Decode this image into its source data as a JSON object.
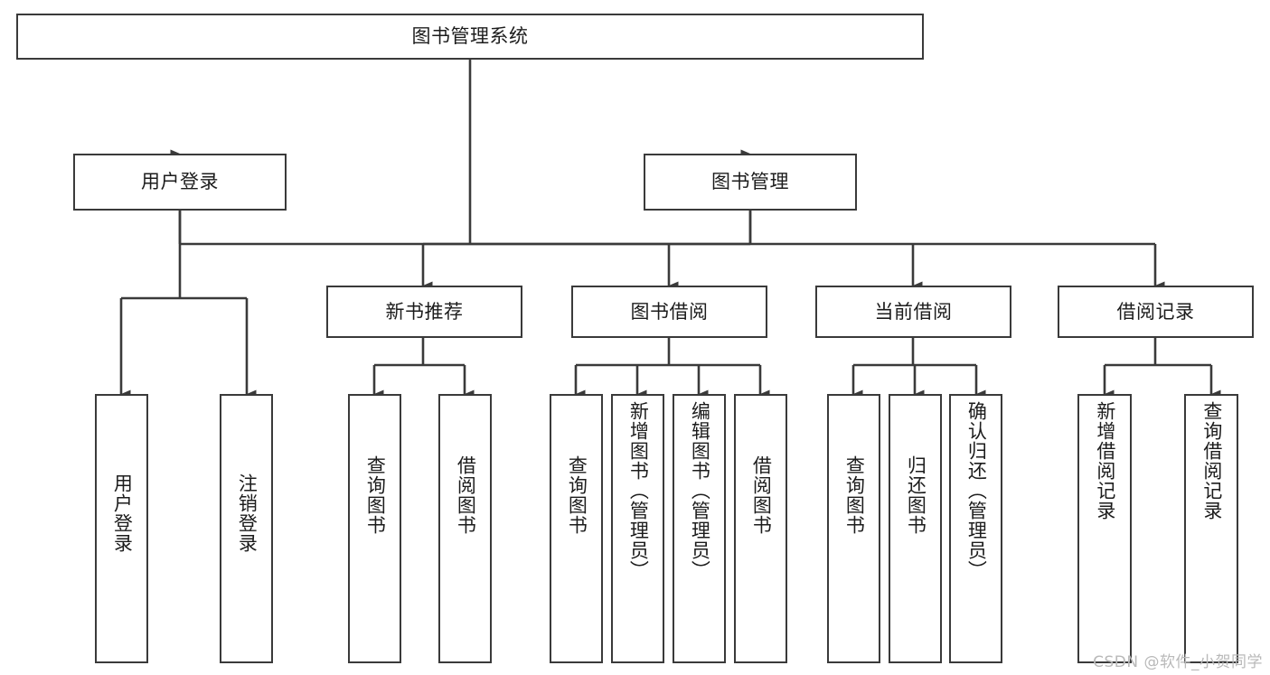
{
  "diagram": {
    "type": "tree",
    "title": "图书管理系统",
    "orientation": "top-down",
    "line_color": "#3a3a3a",
    "box_fill": "#ffffff",
    "text_color": "#1c1c1c"
  },
  "nodes": {
    "root": {
      "label": "图书管理系统",
      "level": 1
    },
    "level2": [
      {
        "id": "user-login",
        "label": "用户登录"
      },
      {
        "id": "book-manage",
        "label": "图书管理"
      }
    ],
    "level3": [
      {
        "id": "new-book-recommend",
        "label": "新书推荐"
      },
      {
        "id": "book-borrow",
        "label": "图书借阅"
      },
      {
        "id": "current-borrow",
        "label": "当前借阅"
      },
      {
        "id": "borrow-record",
        "label": "借阅记录"
      }
    ],
    "leaves": {
      "user_login": [
        {
          "id": "leaf-user-login",
          "label": "用户登录"
        },
        {
          "id": "leaf-logout-login",
          "label": "注销登录"
        }
      ],
      "new_book_recommend": [
        {
          "id": "leaf-query-book-1",
          "label": "查询图书"
        },
        {
          "id": "leaf-borrow-book-1",
          "label": "借阅图书"
        }
      ],
      "book_borrow": [
        {
          "id": "leaf-query-book-2",
          "label": "查询图书"
        },
        {
          "id": "leaf-add-book",
          "label": "新增图书（管理员）"
        },
        {
          "id": "leaf-edit-book",
          "label": "编辑图书（管理员）"
        },
        {
          "id": "leaf-borrow-book-2",
          "label": "借阅图书"
        }
      ],
      "current_borrow": [
        {
          "id": "leaf-query-book-3",
          "label": "查询图书"
        },
        {
          "id": "leaf-return-book",
          "label": "归还图书"
        },
        {
          "id": "leaf-confirm-return",
          "label": "确认归还（管理员）"
        }
      ],
      "borrow_record": [
        {
          "id": "leaf-add-record",
          "label": "新增借阅记录"
        },
        {
          "id": "leaf-query-record",
          "label": "查询借阅记录"
        }
      ]
    }
  },
  "watermark": {
    "text": "CSDN @软件_小贺同学"
  }
}
